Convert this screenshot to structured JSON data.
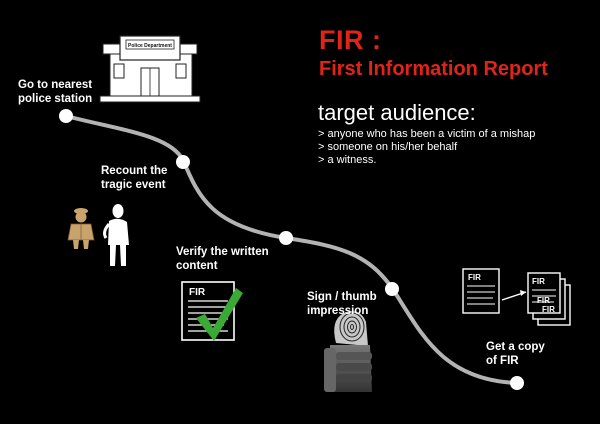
{
  "title": {
    "main": "FIR :",
    "subtitle": "First Information Report"
  },
  "audience": {
    "heading": "target audience:",
    "items": [
      "> anyone who has been a victim of a mishap",
      "> someone on his/her behalf",
      "> a witness."
    ]
  },
  "steps": [
    {
      "line1": "Go to nearest",
      "line2": "police station"
    },
    {
      "line1": "Recount the",
      "line2": "tragic event"
    },
    {
      "line1": "Verify the written",
      "line2": "content"
    },
    {
      "line1": "Sign / thumb",
      "line2": "impression"
    },
    {
      "line1": "Get a copy",
      "line2": "of FIR"
    }
  ],
  "illustrations": {
    "police_station_sign": "Police Department",
    "form_label": "FIR"
  },
  "colors": {
    "background": "#000000",
    "accent": "#e2231a",
    "path": "#b3b3b3",
    "node": "#ffffff",
    "check": "#3aa935"
  }
}
